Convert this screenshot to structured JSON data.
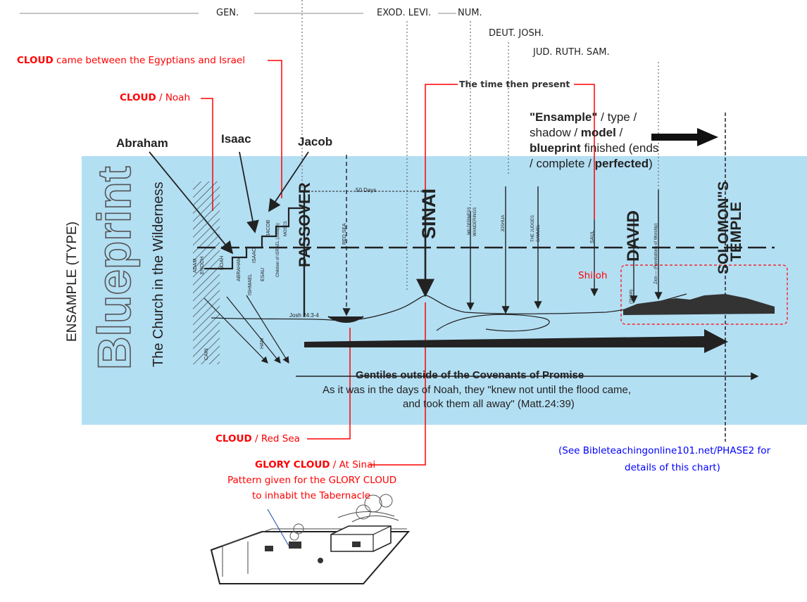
{
  "top_books": {
    "gen": "GEN.",
    "exod_levi": "EXOD. LEVI.",
    "num": "NUM.",
    "deut_josh": "DEUT. JOSH.",
    "jud_ruth_sam": "JUD. RUTH. SAM."
  },
  "annotations": {
    "cloud_egypt_bold": "CLOUD",
    "cloud_egypt_rest": " came between the Egyptians and Israel",
    "cloud_noah_bold": "CLOUD",
    "cloud_noah_rest": " / Noah",
    "time_present": "The time then present",
    "cloud_redsea_bold": "CLOUD",
    "cloud_redsea_rest": " / Red Sea",
    "glory_bold": "GLORY CLOUD",
    "glory_rest": " / At Sinai",
    "pattern_line1": "Pattern given for the GLORY CLOUD",
    "pattern_line2": "to inhabit the Tabernacle",
    "shiloh": "Shiloh",
    "see_line1": "(See Bibleteachingonline101.net/PHASE2 for",
    "see_line2": "details of this chart)"
  },
  "patriarchs": {
    "abraham": "Abraham",
    "isaac": "Isaac",
    "jacob": "Jacob"
  },
  "ensample_box": {
    "q1": "\"Ensample\"",
    "t1": " / type /",
    "t2": "shadow / ",
    "b2": "model",
    "t2b": " /",
    "b3": "blueprint",
    "t3": " finished (ends",
    "t4": "/ complete / ",
    "b4": "perfected",
    "t4b": ")"
  },
  "blueprint": {
    "side_label": "ENSAMPLE (TYPE)",
    "title": "Blueprint",
    "subtitle": "The Church in the Wilderness",
    "fifty_days": "50 Days",
    "joshua_ref": "Josh 24:3-4",
    "passover": "PASSOVER",
    "sinai": "SINAI",
    "david": "DAVID",
    "solomon": "SOLOMON\"S",
    "temple": "TEMPLE",
    "small_labels": {
      "adam": "ADAM",
      "enoch": "ENOCH",
      "noah": "NOAH",
      "abraham": "ABRAHAM",
      "isaac": "ISAAC",
      "jacob": "JACOB",
      "ishmael": "ISHMAEL",
      "esau": "ESAU",
      "children": "Children of ISRAEL (Joseph)",
      "moses": "MOSES",
      "red_sea": "RED SEA",
      "wilderness": "WILDERNESS",
      "wanderings": "WANDERINGS",
      "joshua": "JOSHUA",
      "judges": "THE JUDGES",
      "samuel": "SAMUEL",
      "saul": "SAUL",
      "shiloh_small": "(Shiloh)",
      "zion": "Zion — (Revelations of Worship)",
      "cain": "CAIN",
      "ham": "HAM"
    },
    "gentiles_title": "Gentiles outside of the Covenants of Promise",
    "noah_quote_l1": "As it was in the days of Noah, they \"knew not until the flood came,",
    "noah_quote_l2": "and took them all away\" (Matt.24:39)"
  },
  "colors": {
    "panel": "#b3dff3",
    "red": "#ff0000",
    "blue": "#0000ff",
    "ink": "#222222"
  }
}
